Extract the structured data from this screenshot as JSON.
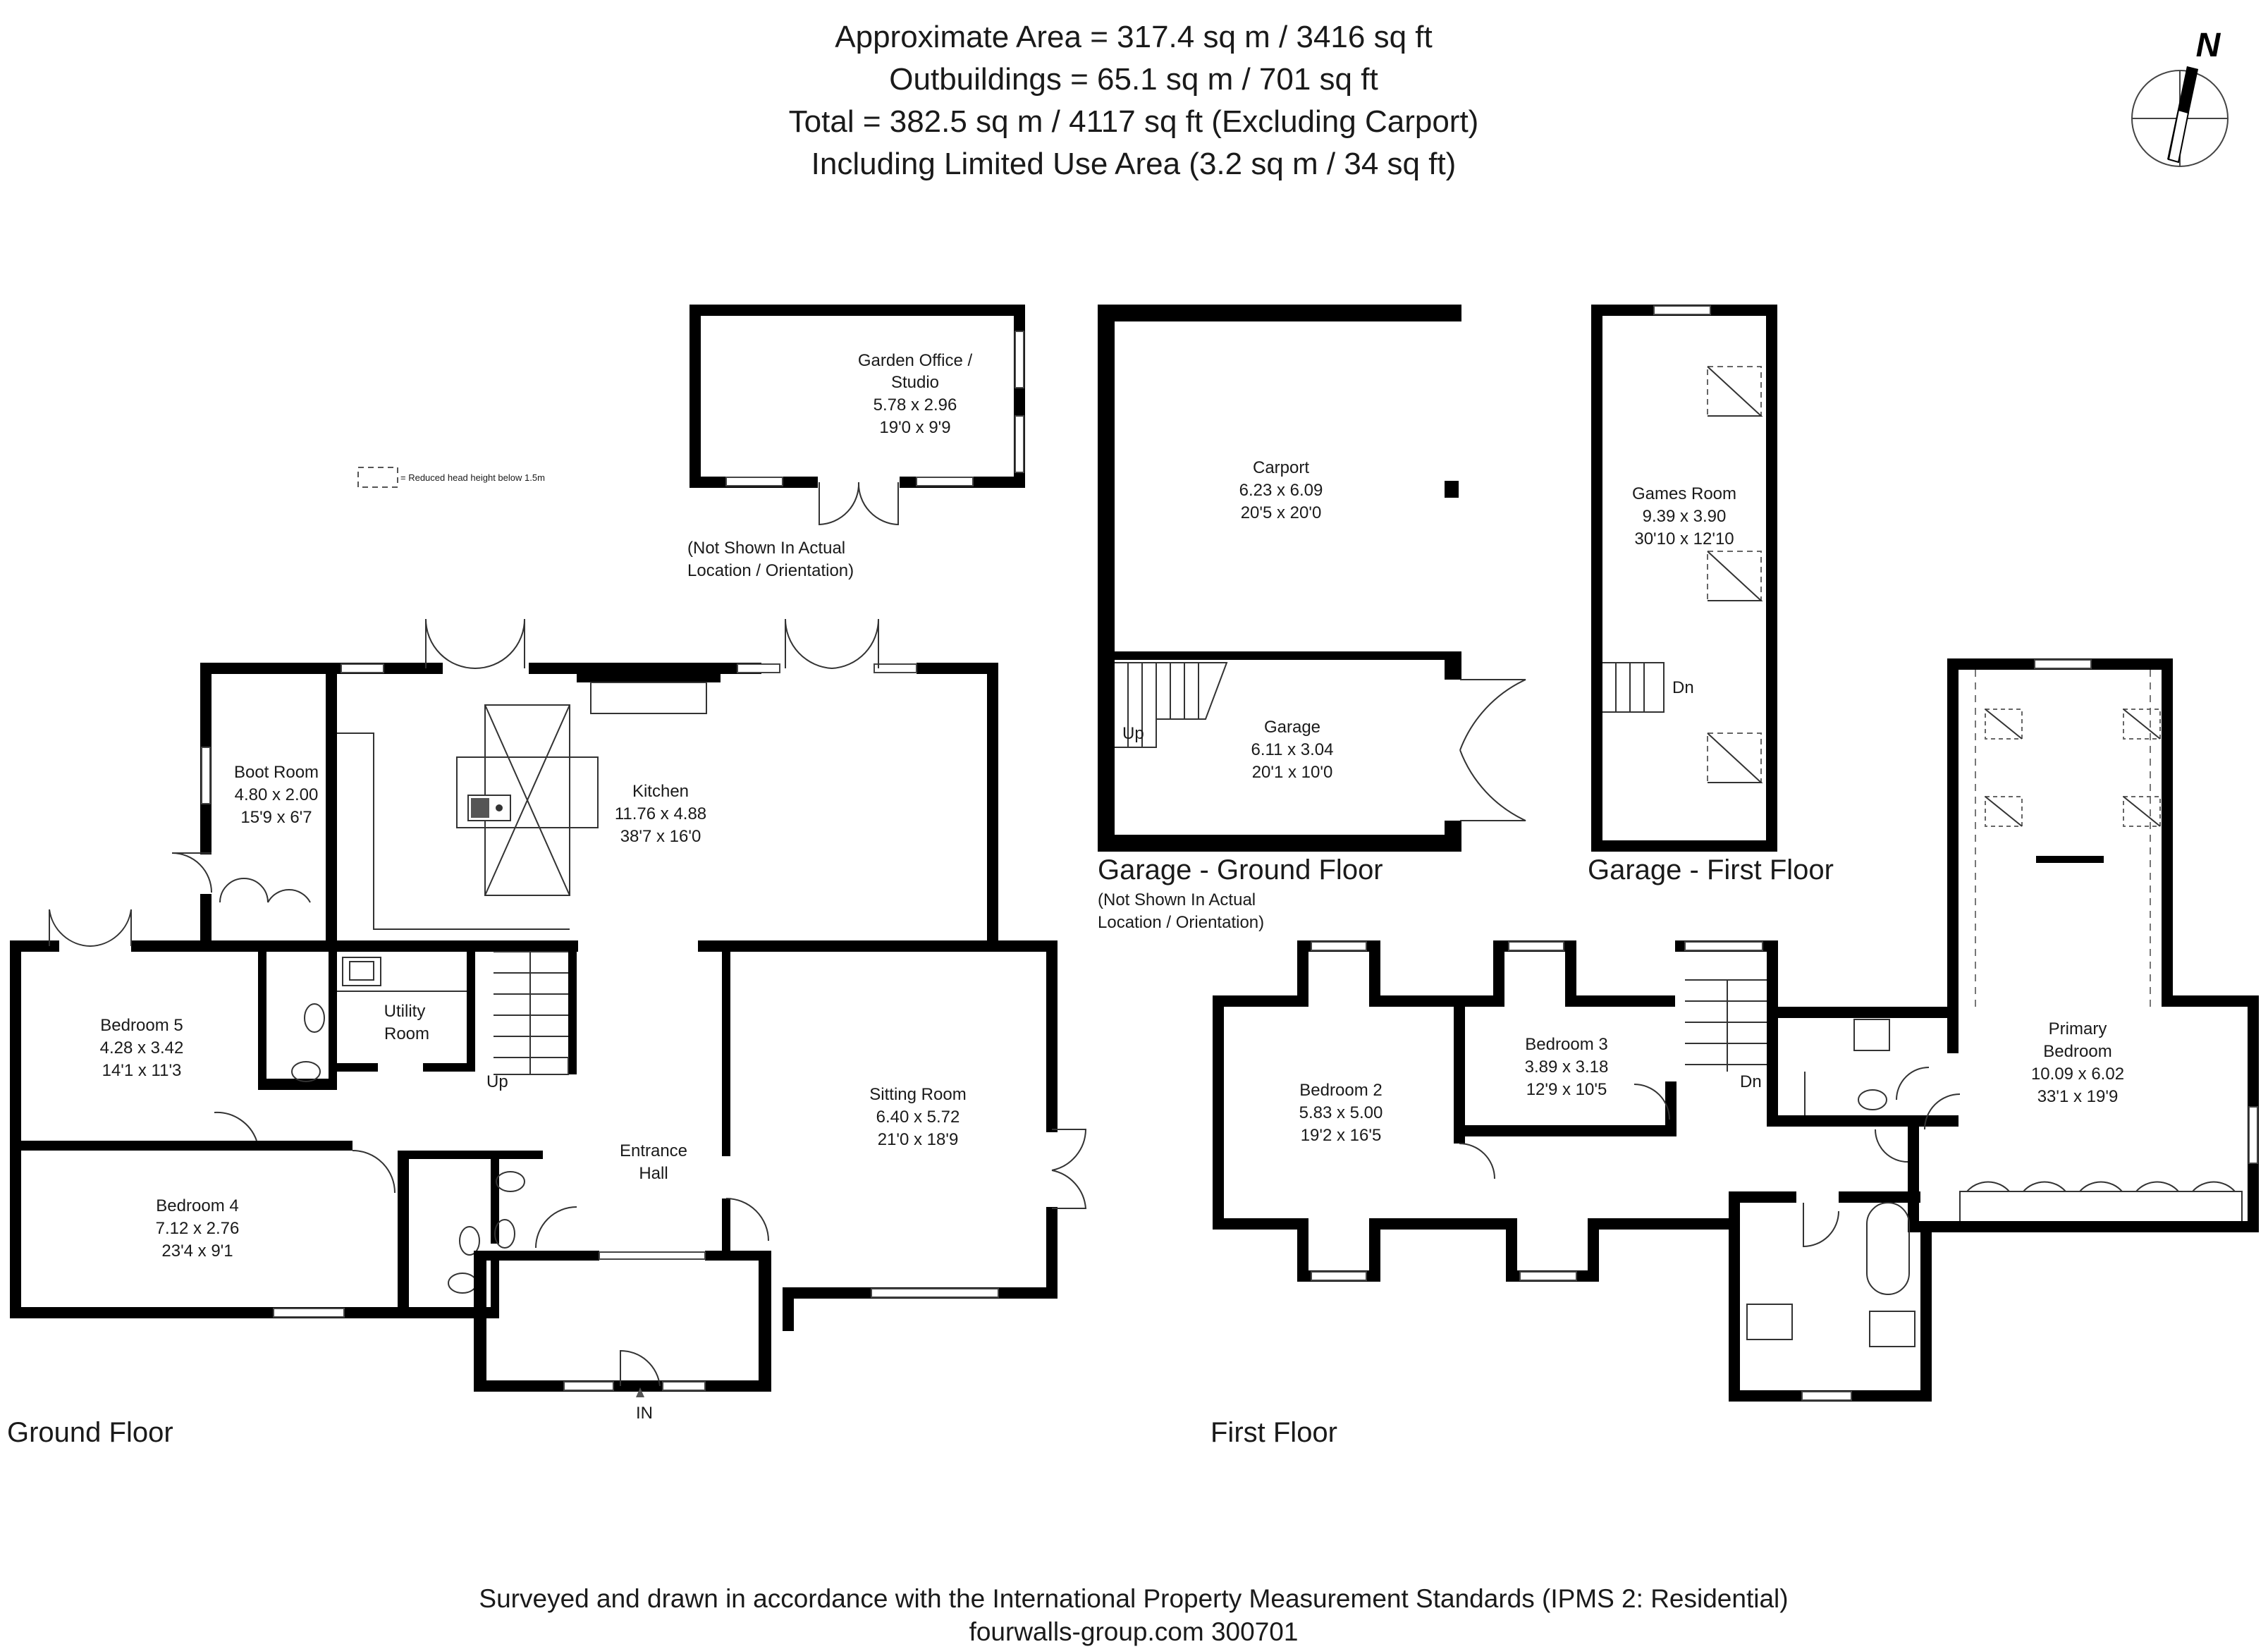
{
  "header": {
    "line1": "Approximate Area = 317.4 sq m / 3416 sq ft",
    "line2": "Outbuildings = 65.1 sq m / 701 sq ft",
    "line3": "Total = 382.5 sq m / 4117 sq ft (Excluding Carport)",
    "line4": "Including Limited Use Area (3.2 sq m / 34 sq ft)"
  },
  "compass": {
    "letter": "N"
  },
  "legend": {
    "text": "= Reduced head height below 1.5m"
  },
  "floors": {
    "ground": "Ground Floor",
    "first": "First Floor",
    "garage_ground": "Garage - Ground Floor",
    "garage_first": "Garage - First Floor"
  },
  "notes": {
    "office_l1": "(Not Shown In Actual",
    "office_l2": "Location / Orientation)",
    "garage_l1": "(Not Shown In Actual",
    "garage_l2": "Location / Orientation)"
  },
  "rooms": {
    "office": {
      "name1": "Garden Office /",
      "name2": "Studio",
      "metric": "5.78 x 2.96",
      "imperial": "19'0 x 9'9"
    },
    "carport": {
      "name": "Carport",
      "metric": "6.23 x 6.09",
      "imperial": "20'5 x 20'0"
    },
    "garage": {
      "name": "Garage",
      "metric": "6.11 x 3.04",
      "imperial": "20'1 x 10'0"
    },
    "games": {
      "name": "Games Room",
      "metric": "9.39 x 3.90",
      "imperial": "30'10 x 12'10"
    },
    "boot": {
      "name": "Boot Room",
      "metric": "4.80 x 2.00",
      "imperial": "15'9 x 6'7"
    },
    "kitchen": {
      "name": "Kitchen",
      "metric": "11.76 x 4.88",
      "imperial": "38'7 x 16'0"
    },
    "bedroom5": {
      "name": "Bedroom 5",
      "metric": "4.28 x 3.42",
      "imperial": "14'1 x 11'3"
    },
    "utility": {
      "name1": "Utility",
      "name2": "Room"
    },
    "sitting": {
      "name": "Sitting Room",
      "metric": "6.40 x 5.72",
      "imperial": "21'0 x 18'9"
    },
    "entrance": {
      "name1": "Entrance",
      "name2": "Hall"
    },
    "bedroom4": {
      "name": "Bedroom 4",
      "metric": "7.12 x 2.76",
      "imperial": "23'4 x 9'1"
    },
    "bedroom2": {
      "name": "Bedroom 2",
      "metric": "5.83 x 5.00",
      "imperial": "19'2 x 16'5"
    },
    "bedroom3": {
      "name": "Bedroom 3",
      "metric": "3.89 x 3.18",
      "imperial": "12'9 x 10'5"
    },
    "primary": {
      "name1": "Primary",
      "name2": "Bedroom",
      "metric": "10.09 x 6.02",
      "imperial": "33'1 x 19'9"
    }
  },
  "labels": {
    "up_garage": "Up",
    "dn_games": "Dn",
    "up_ground": "Up",
    "dn_first": "Dn",
    "in": "IN"
  },
  "footer": {
    "line1": "Surveyed and drawn in accordance with the International Property Measurement Standards (IPMS 2: Residential)",
    "line2": "fourwalls-group.com 300701"
  }
}
